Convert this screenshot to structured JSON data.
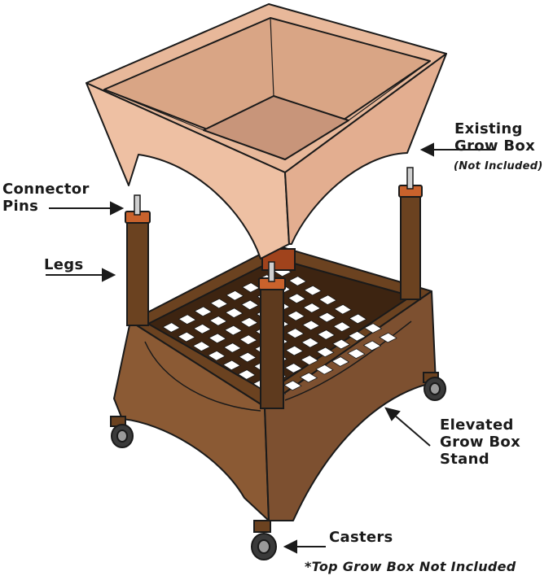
{
  "labels": {
    "existing_grow_box_line1": "Existing",
    "existing_grow_box_line2": "Grow Box",
    "not_included": "(Not Included)",
    "connector_pins_line1": "Connector",
    "connector_pins_line2": "Pins",
    "legs": "Legs",
    "elevated_line1": "Elevated",
    "elevated_line2": "Grow Box",
    "elevated_line3": "Stand",
    "casters": "Casters",
    "footnote": "*Top Grow Box Not Included"
  },
  "colors": {
    "grow_box_fill": "#e8b89a",
    "grow_box_inner": "#d9a585",
    "grow_box_floor": "#c8957a",
    "stand_fill": "#8b5a34",
    "stand_dark": "#5e3a1e",
    "stand_inner": "#4a2c15",
    "leg_fill": "#6b4220",
    "pin_cap": "#c9622c",
    "caster": "#3a3a3a",
    "outline": "#1a1a1a"
  }
}
